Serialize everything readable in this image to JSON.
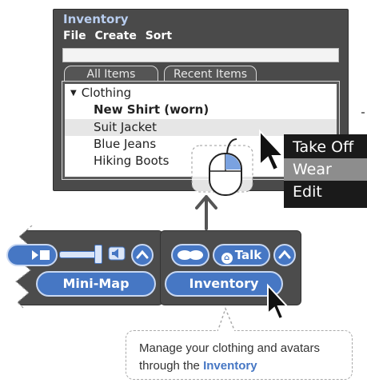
{
  "window": {
    "title": "Inventory",
    "menu": [
      "File",
      "Create",
      "Sort"
    ],
    "search_value": "",
    "tabs": [
      "All Items",
      "Recent Items"
    ],
    "folder": "Clothing",
    "items": [
      "New Shirt (worn)",
      "Suit Jacket",
      "Blue Jeans",
      "Hiking Boots"
    ],
    "selected_item": "Suit Jacket"
  },
  "context_menu": {
    "items": [
      "Take Off",
      "Wear",
      "Edit"
    ],
    "highlighted": "Wear"
  },
  "toolbar": {
    "minimap_label": "Mini-Map",
    "inventory_label": "Inventory",
    "talk_label": "Talk"
  },
  "callout": {
    "text_before": "Manage your clothing and avatars through the ",
    "text_highlight": "Inventory"
  },
  "colors": {
    "accent": "#4677c4",
    "title_text": "#b8cdef",
    "window_bg": "#4a4a4a",
    "menu_bg": "#1a1a1a",
    "menu_highlight": "#8d8d8d"
  }
}
